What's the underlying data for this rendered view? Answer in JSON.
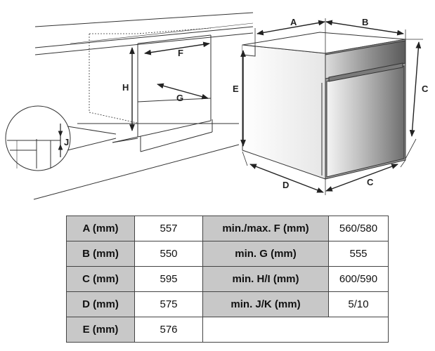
{
  "diagram": {
    "labels": {
      "a": "A",
      "b": "B",
      "c_side": "C",
      "c_bottom": "C",
      "d": "D",
      "e": "E",
      "f": "F",
      "g": "G",
      "h": "H",
      "j": "J"
    }
  },
  "table": {
    "rows": [
      {
        "label1": "A (mm)",
        "value1": "557",
        "label2": "min./max. F (mm)",
        "value2": "560/580"
      },
      {
        "label1": "B (mm)",
        "value1": "550",
        "label2": "min. G (mm)",
        "value2": "555"
      },
      {
        "label1": "C (mm)",
        "value1": "595",
        "label2": "min. H/I (mm)",
        "value2": "600/590"
      },
      {
        "label1": "D (mm)",
        "value1": "575",
        "label2": "min. J/K (mm)",
        "value2": "5/10"
      },
      {
        "label1": "E (mm)",
        "value1": "576",
        "label2": "",
        "value2": ""
      }
    ]
  }
}
